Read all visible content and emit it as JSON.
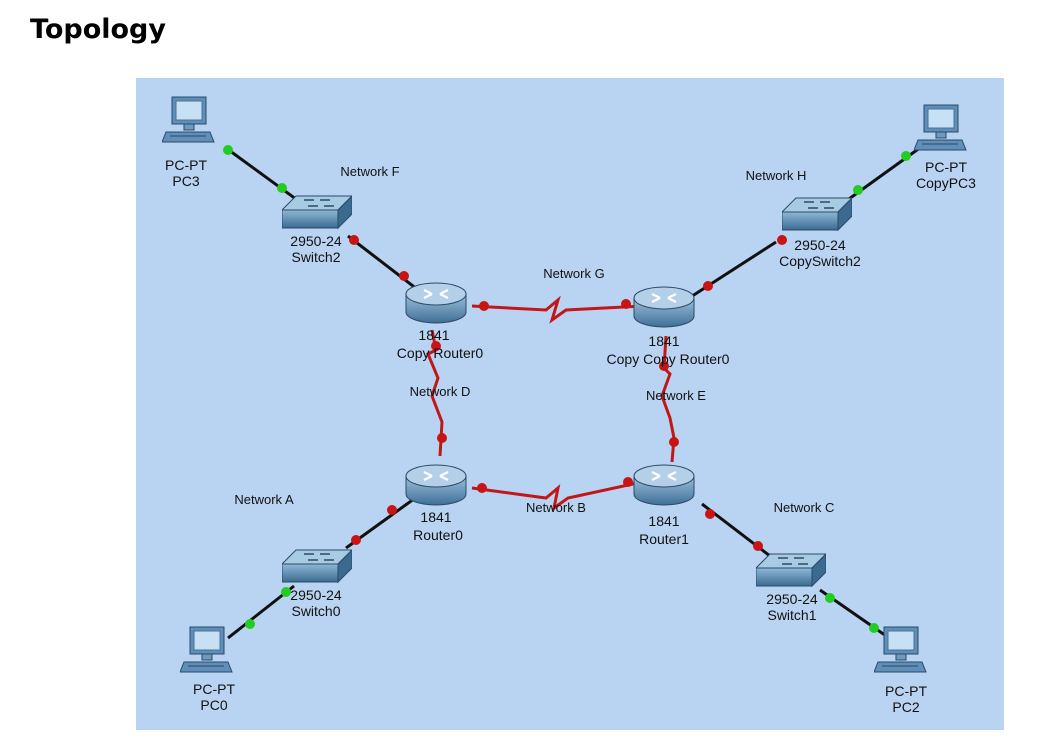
{
  "page": {
    "title": "Topology"
  },
  "colors": {
    "canvas": "#b9d4f2",
    "serial_link": "#c01818",
    "ethernet_link": "#111111",
    "port_down": "#c81414",
    "port_up": "#22cc22"
  },
  "devices": {
    "pc3": {
      "model": "PC-PT",
      "name": "PC3"
    },
    "copypc3": {
      "model": "PC-PT",
      "name": "CopyPC3"
    },
    "pc0": {
      "model": "PC-PT",
      "name": "PC0"
    },
    "pc2": {
      "model": "PC-PT",
      "name": "PC2"
    },
    "switch2": {
      "model": "2950-24",
      "name": "Switch2"
    },
    "copyswitch2": {
      "model": "2950-24",
      "name": "CopySwitch2"
    },
    "switch0": {
      "model": "2950-24",
      "name": "Switch0"
    },
    "switch1": {
      "model": "2950-24",
      "name": "Switch1"
    },
    "copyrouter0": {
      "model": "1841",
      "name": "Copy Router0"
    },
    "copycopyrouter0": {
      "model": "1841",
      "name": "Copy Copy Router0"
    },
    "router0": {
      "model": "1841",
      "name": "Router0"
    },
    "router1": {
      "model": "1841",
      "name": "Router1"
    }
  },
  "networks": {
    "a": "Network A",
    "b": "Network B",
    "c": "Network C",
    "d": "Network D",
    "e": "Network E",
    "f": "Network F",
    "g": "Network G",
    "h": "Network H"
  }
}
